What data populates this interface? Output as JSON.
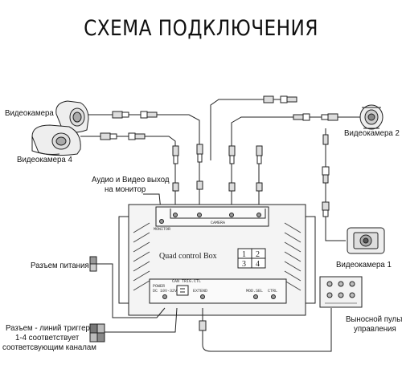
{
  "title": "СХЕМА ПОДКЛЮЧЕНИЯ",
  "labels": {
    "cam3": "Видеокамера 3",
    "cam4": "Видеокамера 4",
    "cam2": "Видеокамера 2",
    "cam1": "Видеокамера 1",
    "monitor_line1": "Аудио и Видео выход",
    "monitor_line2": "на монитор",
    "power": "Разъем питания",
    "trigger_line1": "Разъем - линий триггера,",
    "trigger_line2": "1-4 соответствует",
    "trigger_line3": "соответсвующим каналам",
    "remote_line1": "Выносной пульт",
    "remote_line2": "управления"
  },
  "box": {
    "name": "Quad control Box",
    "grid": [
      "1",
      "2",
      "3",
      "4"
    ],
    "port_monitor": "MONITOR",
    "port_camera": "CAMERA",
    "port_power": "POWER",
    "port_power_v": "DC 10V-32V",
    "port_can": "CAN TRIG.CTL",
    "port_extend": "EXTEND",
    "port_mod": "MOD.SEL",
    "port_ctrl": "CTRL"
  },
  "colors": {
    "line": "#222222",
    "box_fill": "#f4f4f4"
  }
}
